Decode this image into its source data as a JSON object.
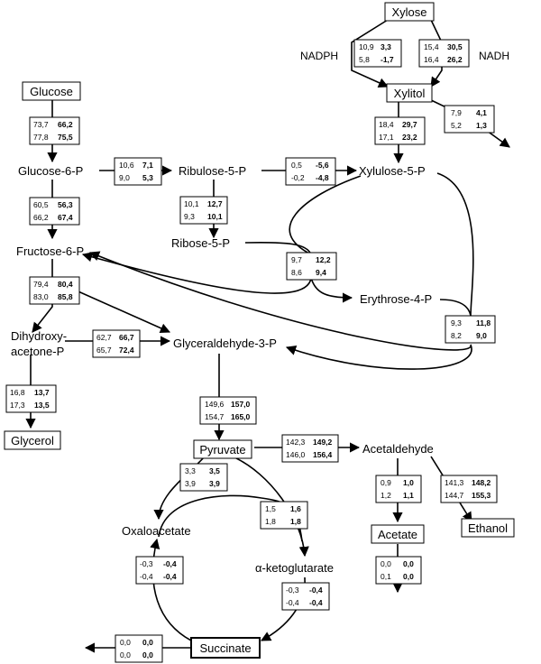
{
  "metabolites": {
    "xylose": "Xylose",
    "xylitol": "Xylitol",
    "glucose": "Glucose",
    "glucose6p": "Glucose-6-P",
    "ribulose5p": "Ribulose-5-P",
    "xylulose5p": "Xylulose-5-P",
    "ribose5p": "Ribose-5-P",
    "fructose6p": "Fructose-6-P",
    "erythrose4p": "Erythrose-4-P",
    "dhap_1": "Dihydroxy-",
    "dhap_2": "acetone-P",
    "gap": "Glyceraldehyde-3-P",
    "glycerol": "Glycerol",
    "pyruvate": "Pyruvate",
    "acetaldehyde": "Acetaldehyde",
    "oxaloacetate": "Oxaloacetate",
    "akg": "α-ketoglutarate",
    "acetate": "Acetate",
    "ethanol": "Ethanol",
    "succinate": "Succinate"
  },
  "cofactors": {
    "nadph": "NADPH",
    "nadh": "NADH"
  },
  "fluxes": {
    "xr": {
      "a1": "10,9",
      "b1": "3,3",
      "a2": "5,8",
      "b2": "-1,7"
    },
    "xr2": {
      "a1": "15,4",
      "b1": "30,5",
      "a2": "16,4",
      "b2": "26,2"
    },
    "xout": {
      "a1": "7,9",
      "b1": "4,1",
      "a2": "5,2",
      "b2": "1,3"
    },
    "xdh": {
      "a1": "18,4",
      "b1": "29,7",
      "a2": "17,1",
      "b2": "23,2"
    },
    "hxk": {
      "a1": "73,7",
      "b1": "66,2",
      "a2": "77,8",
      "b2": "75,5"
    },
    "g6pdh": {
      "a1": "10,6",
      "b1": "7,1",
      "a2": "9,0",
      "b2": "5,3"
    },
    "rpe": {
      "a1": "0,5",
      "b1": "-5,6",
      "a2": "-0,2",
      "b2": "-4,8"
    },
    "rpi": {
      "a1": "10,1",
      "b1": "12,7",
      "a2": "9,3",
      "b2": "10,1"
    },
    "pgi": {
      "a1": "60,5",
      "b1": "56,3",
      "a2": "66,2",
      "b2": "67,4"
    },
    "tkl1": {
      "a1": "9,7",
      "b1": "12,2",
      "a2": "8,6",
      "b2": "9,4"
    },
    "pfk": {
      "a1": "79,4",
      "b1": "80,4",
      "a2": "83,0",
      "b2": "85,8"
    },
    "tpi": {
      "a1": "62,7",
      "b1": "66,7",
      "a2": "65,7",
      "b2": "72,4"
    },
    "tkl2": {
      "a1": "9,3",
      "b1": "11,8",
      "a2": "8,2",
      "b2": "9,0"
    },
    "gpd": {
      "a1": "16,8",
      "b1": "13,7",
      "a2": "17,3",
      "b2": "13,5"
    },
    "lower": {
      "a1": "149,6",
      "b1": "157,0",
      "a2": "154,7",
      "b2": "165,0"
    },
    "pdc": {
      "a1": "142,3",
      "b1": "149,2",
      "a2": "146,0",
      "b2": "156,4"
    },
    "pyc": {
      "a1": "3,3",
      "b1": "3,5",
      "a2": "3,9",
      "b2": "3,9"
    },
    "pdh": {
      "a1": "1,5",
      "b1": "1,6",
      "a2": "1,8",
      "b2": "1,8"
    },
    "ald": {
      "a1": "0,9",
      "b1": "1,0",
      "a2": "1,2",
      "b2": "1,1"
    },
    "adh": {
      "a1": "141,3",
      "b1": "148,2",
      "a2": "144,7",
      "b2": "155,3"
    },
    "tca1": {
      "a1": "-0,3",
      "b1": "-0,4",
      "a2": "-0,4",
      "b2": "-0,4"
    },
    "tca2": {
      "a1": "-0,3",
      "b1": "-0,4",
      "a2": "-0,4",
      "b2": "-0,4"
    },
    "acout": {
      "a1": "0,0",
      "b1": "0,0",
      "a2": "0,1",
      "b2": "0,0"
    },
    "sucout": {
      "a1": "0,0",
      "b1": "0,0",
      "a2": "0,0",
      "b2": "0,0"
    }
  }
}
